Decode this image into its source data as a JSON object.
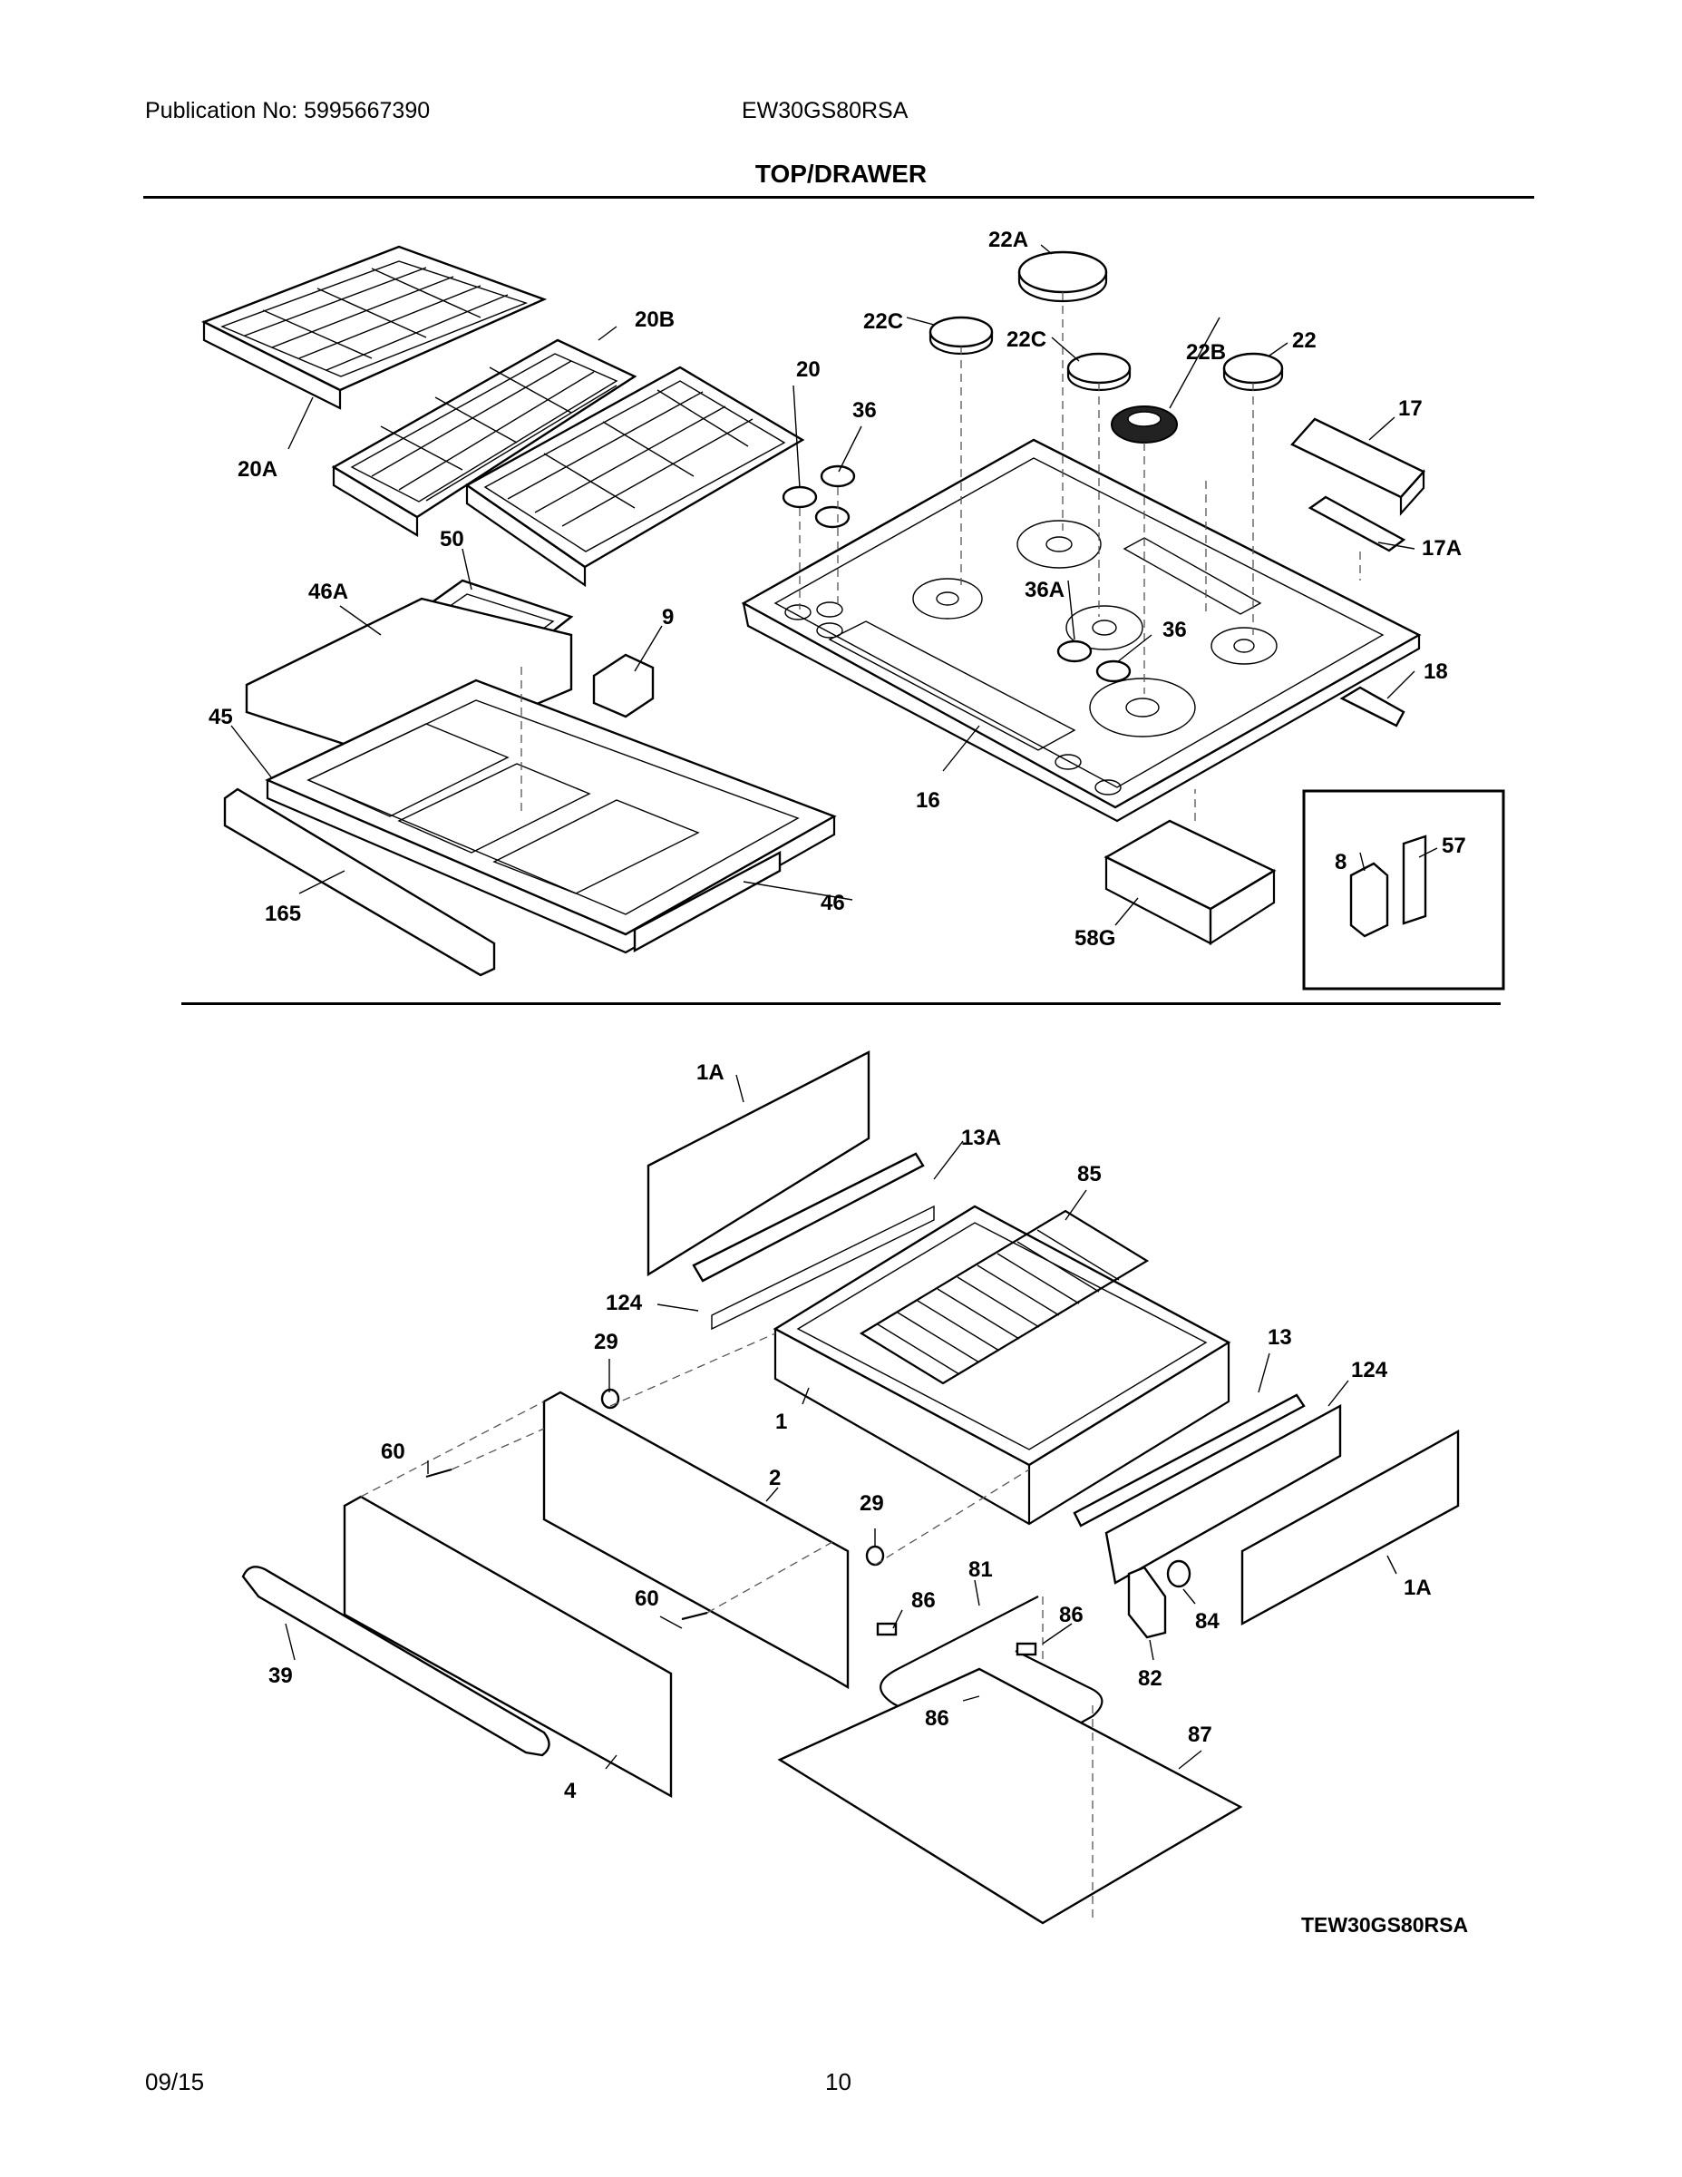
{
  "header": {
    "publication": "Publication No: 5995667390",
    "model": "EW30GS80RSA",
    "section_title": "TOP/DRAWER"
  },
  "diagram_ref": "TEW30GS80RSA",
  "footer": {
    "date": "09/15",
    "page_number": "10"
  },
  "part_labels": {
    "p22A": "22A",
    "p22C_a": "22C",
    "p22C_b": "22C",
    "p22B": "22B",
    "p22": "22",
    "p20B": "20B",
    "p20": "20",
    "p36_top": "36",
    "p17": "17",
    "p20A": "20A",
    "p17A": "17A",
    "p50": "50",
    "p46A": "46A",
    "p9": "9",
    "p36A": "36A",
    "p36_mid": "36",
    "p18": "18",
    "p45": "45",
    "p16": "16",
    "p8": "8",
    "p57": "57",
    "p165": "165",
    "p46": "46",
    "p58G": "58G",
    "p1A_top": "1A",
    "p13A": "13A",
    "p85": "85",
    "p124_left": "124",
    "p29_left": "29",
    "p13": "13",
    "p124_right": "124",
    "p1": "1",
    "p60_top": "60",
    "p2": "2",
    "p29_right": "29",
    "p81": "81",
    "p86_a": "86",
    "p86_b": "86",
    "p1A_right": "1A",
    "p84": "84",
    "p60_bottom": "60",
    "p39": "39",
    "p82": "82",
    "p86_c": "86",
    "p87": "87",
    "p4": "4"
  }
}
